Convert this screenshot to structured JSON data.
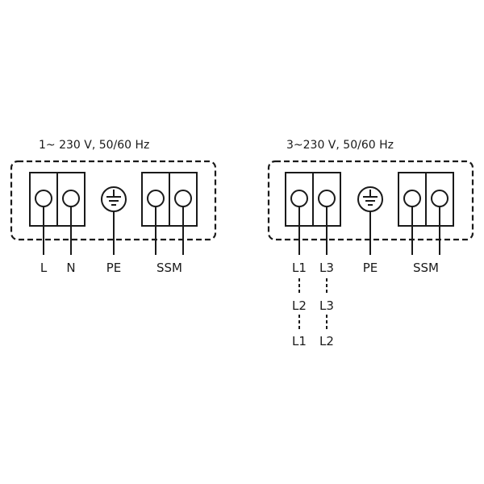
{
  "panels": [
    {
      "title": "1~ 230 V, 50/60 Hz",
      "labels": [
        "L",
        "N",
        "PE",
        "SSM"
      ]
    },
    {
      "title": "3~230 V, 50/60 Hz",
      "labels": [
        "L1",
        "L3",
        "PE",
        "SSM"
      ],
      "alternates": [
        [
          "L2",
          "L3"
        ],
        [
          "L1",
          "L2"
        ]
      ]
    }
  ]
}
